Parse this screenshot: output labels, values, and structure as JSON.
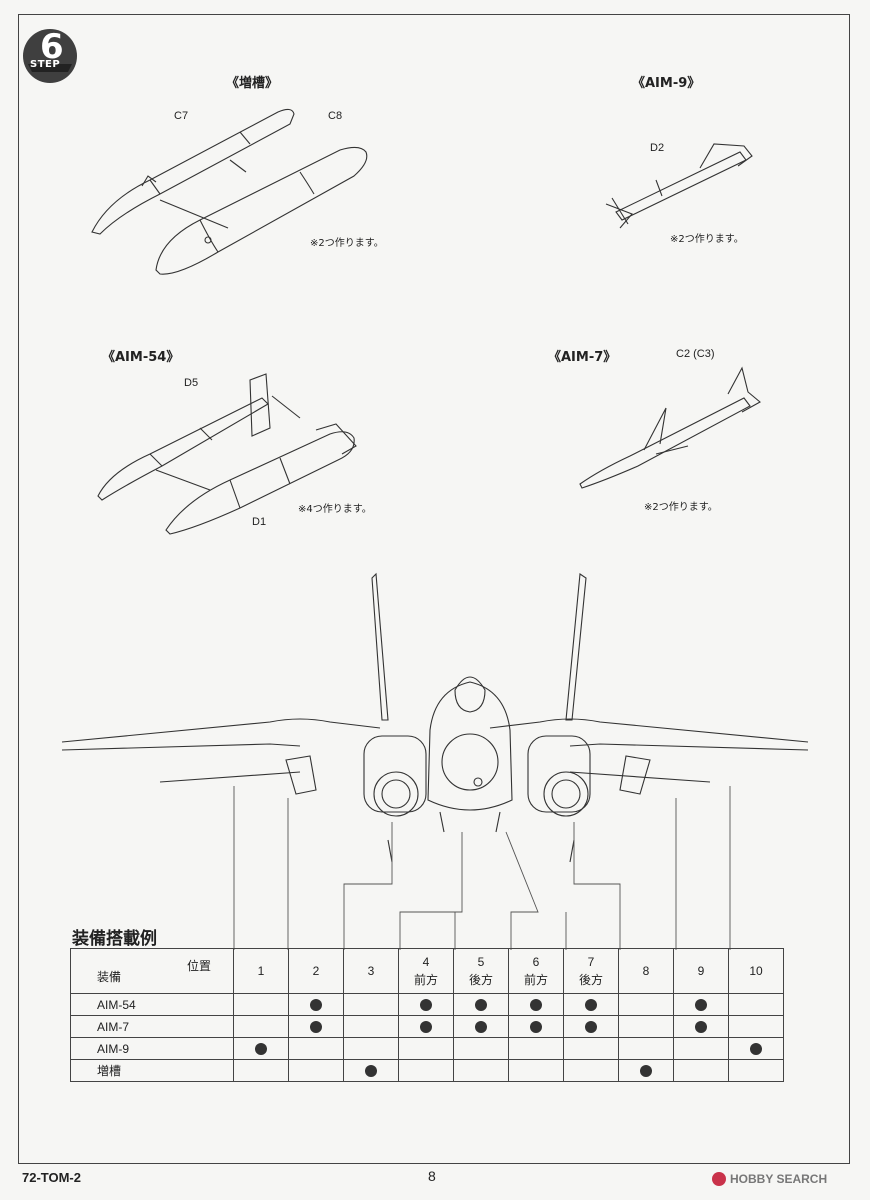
{
  "step": {
    "label": "STEP",
    "number": "6"
  },
  "sections": {
    "tank": {
      "title": "《増槽》",
      "parts": [
        "C7",
        "C8"
      ],
      "note": "※2つ作ります。"
    },
    "aim9": {
      "title": "《AIM-9》",
      "parts": [
        "D2"
      ],
      "note": "※2つ作ります。"
    },
    "aim54": {
      "title": "《AIM-54》",
      "parts": [
        "D5",
        "D1"
      ],
      "note": "※4つ作ります。"
    },
    "aim7": {
      "title": "《AIM-7》",
      "parts": [
        "C2 (C3)"
      ],
      "note": "※2つ作ります。"
    }
  },
  "table": {
    "title": "装備搭載例",
    "corner_position": "位置",
    "corner_equipment": "装備",
    "positions": [
      {
        "num": "1",
        "sub": ""
      },
      {
        "num": "2",
        "sub": ""
      },
      {
        "num": "3",
        "sub": ""
      },
      {
        "num": "4",
        "sub": "前方"
      },
      {
        "num": "5",
        "sub": "後方"
      },
      {
        "num": "6",
        "sub": "前方"
      },
      {
        "num": "7",
        "sub": "後方"
      },
      {
        "num": "8",
        "sub": ""
      },
      {
        "num": "9",
        "sub": ""
      },
      {
        "num": "10",
        "sub": ""
      }
    ],
    "rows": [
      {
        "name": "AIM-54",
        "marks": [
          false,
          true,
          false,
          true,
          true,
          true,
          true,
          false,
          true,
          false
        ]
      },
      {
        "name": "AIM-7",
        "marks": [
          false,
          true,
          false,
          true,
          true,
          true,
          true,
          false,
          true,
          false
        ]
      },
      {
        "name": "AIM-9",
        "marks": [
          true,
          false,
          false,
          false,
          false,
          false,
          false,
          false,
          false,
          true
        ]
      },
      {
        "name": "増槽",
        "marks": [
          false,
          false,
          true,
          false,
          false,
          false,
          false,
          true,
          false,
          false
        ]
      }
    ]
  },
  "footer": {
    "code": "72-TOM-2",
    "page": "8",
    "watermark": "HOBBY SEARCH"
  }
}
